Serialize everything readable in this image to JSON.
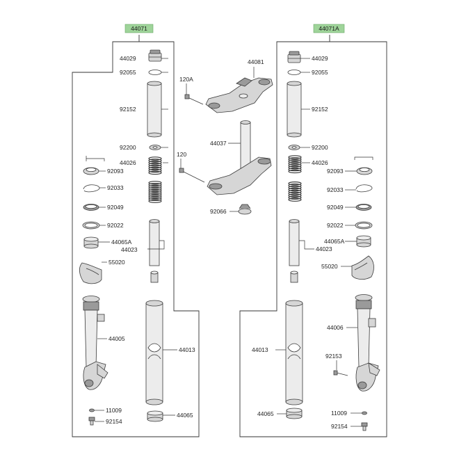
{
  "assemblies": {
    "left_tag": "44071",
    "right_tag": "44071A"
  },
  "colors": {
    "tag_fill": "#9fd49a",
    "part_fill": "#d6d6d6",
    "part_dark": "#9a9a9a",
    "line": "#333333"
  },
  "left": {
    "cap": "44029",
    "o_ring": "92055",
    "pipe": "92152",
    "washer": "92200",
    "spring": "44026",
    "seal": "92093",
    "circlip": "92033",
    "dust_seal": "92049",
    "washer2": "92022",
    "bushing": "44065A",
    "inner_tube": "44023",
    "guard": "55020",
    "outer_tube": "44005",
    "cylinder": "44013",
    "bushing2": "44065",
    "gasket": "11009",
    "bolt": "92154"
  },
  "center": {
    "upper_bracket": "44081",
    "bolt_upper": "120A",
    "stem": "44037",
    "bolt_lower": "120",
    "stem_seal": "92066"
  },
  "right": {
    "cap": "44029",
    "o_ring": "92055",
    "pipe": "92152",
    "washer": "92200",
    "spring": "44026",
    "seal": "92093",
    "circlip": "92033",
    "dust_seal": "92049",
    "washer2": "92022",
    "bushing": "44065A",
    "inner_tube": "44023",
    "guard": "55020",
    "outer_tube": "44006",
    "bolt_side": "92153",
    "cylinder": "44013",
    "bushing2": "44065",
    "gasket": "11009",
    "bolt": "92154"
  }
}
